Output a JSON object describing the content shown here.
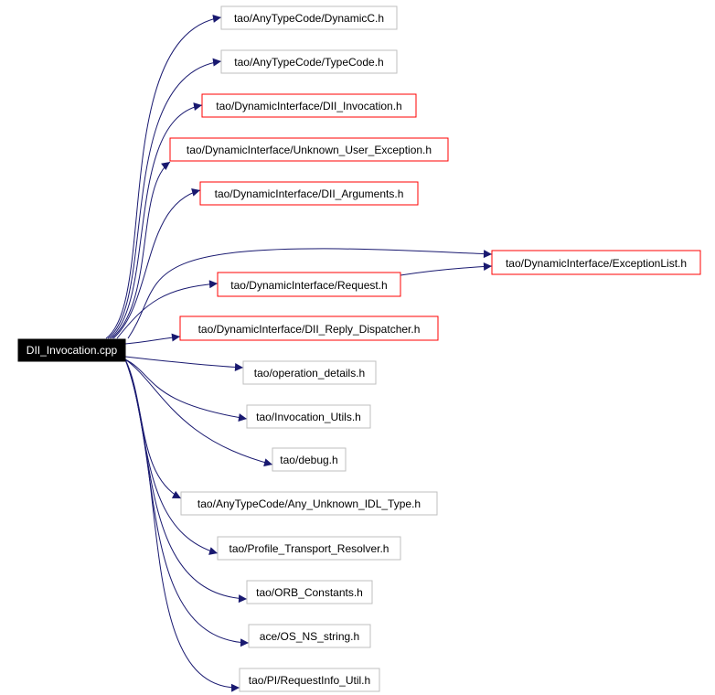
{
  "colors": {
    "edge": "#191970",
    "root_fill": "#000000",
    "root_text": "#ffffff",
    "red_border": "#ff0000",
    "gray_border": "#bfbfbf",
    "node_text": "#000000"
  },
  "root": {
    "label": "DII_Invocation.cpp"
  },
  "nodes": [
    {
      "id": "n1",
      "label": "tao/AnyTypeCode/DynamicC.h",
      "border": "gray"
    },
    {
      "id": "n2",
      "label": "tao/AnyTypeCode/TypeCode.h",
      "border": "gray"
    },
    {
      "id": "n3",
      "label": "tao/DynamicInterface/DII_Invocation.h",
      "border": "red"
    },
    {
      "id": "n4",
      "label": "tao/DynamicInterface/Unknown_User_Exception.h",
      "border": "red"
    },
    {
      "id": "n5",
      "label": "tao/DynamicInterface/DII_Arguments.h",
      "border": "red"
    },
    {
      "id": "n6",
      "label": "tao/DynamicInterface/ExceptionList.h",
      "border": "red"
    },
    {
      "id": "n7",
      "label": "tao/DynamicInterface/Request.h",
      "border": "red"
    },
    {
      "id": "n8",
      "label": "tao/DynamicInterface/DII_Reply_Dispatcher.h",
      "border": "red"
    },
    {
      "id": "n9",
      "label": "tao/operation_details.h",
      "border": "gray"
    },
    {
      "id": "n10",
      "label": "tao/Invocation_Utils.h",
      "border": "gray"
    },
    {
      "id": "n11",
      "label": "tao/debug.h",
      "border": "gray"
    },
    {
      "id": "n12",
      "label": "tao/AnyTypeCode/Any_Unknown_IDL_Type.h",
      "border": "gray"
    },
    {
      "id": "n13",
      "label": "tao/Profile_Transport_Resolver.h",
      "border": "gray"
    },
    {
      "id": "n14",
      "label": "tao/ORB_Constants.h",
      "border": "gray"
    },
    {
      "id": "n15",
      "label": "ace/OS_NS_string.h",
      "border": "gray"
    },
    {
      "id": "n16",
      "label": "tao/PI/RequestInfo_Util.h",
      "border": "gray"
    }
  ],
  "edges": [
    {
      "from": "root",
      "to": "n1"
    },
    {
      "from": "root",
      "to": "n2"
    },
    {
      "from": "root",
      "to": "n3"
    },
    {
      "from": "root",
      "to": "n4"
    },
    {
      "from": "root",
      "to": "n5"
    },
    {
      "from": "root",
      "to": "n6"
    },
    {
      "from": "root",
      "to": "n7"
    },
    {
      "from": "root",
      "to": "n8"
    },
    {
      "from": "root",
      "to": "n9"
    },
    {
      "from": "root",
      "to": "n10"
    },
    {
      "from": "root",
      "to": "n11"
    },
    {
      "from": "root",
      "to": "n12"
    },
    {
      "from": "root",
      "to": "n13"
    },
    {
      "from": "root",
      "to": "n14"
    },
    {
      "from": "root",
      "to": "n15"
    },
    {
      "from": "root",
      "to": "n16"
    },
    {
      "from": "n7",
      "to": "n6"
    }
  ]
}
